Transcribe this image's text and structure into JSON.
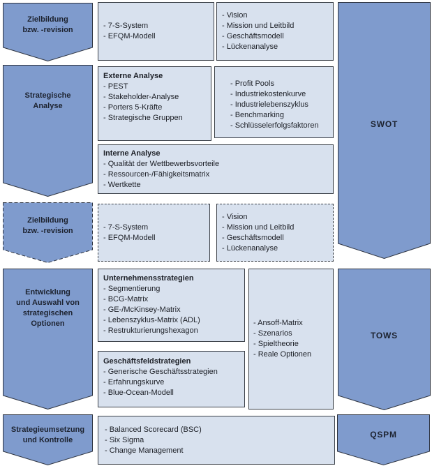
{
  "colors": {
    "chevron_fill": "#7f9bcd",
    "chevron_border": "#2e3440",
    "box_fill": "#d8e1ee",
    "box_border": "#3a3f47",
    "text": "#1c1f26",
    "background": "#ffffff"
  },
  "diagram": {
    "left_stages": [
      {
        "label": "Zielbildung\nbzw. -revision",
        "style": "solid"
      },
      {
        "label": "Strategische\nAnalyse",
        "style": "solid"
      },
      {
        "label": "Zielbildung\nbzw. -revision",
        "style": "dashed"
      },
      {
        "label": "Entwicklung\nund Auswahl von\nstrategischen\nOptionen",
        "style": "solid"
      },
      {
        "label": "Strategieumsetzung\nund Kontrolle",
        "style": "solid"
      }
    ],
    "right_stages": [
      {
        "label": "SWOT"
      },
      {
        "label": "TOWS"
      },
      {
        "label": "QSPM"
      }
    ],
    "boxes": {
      "s1_left": {
        "items": [
          "- 7-S-System",
          "- EFQM-Modell"
        ]
      },
      "s1_right": {
        "items": [
          "- Vision",
          "- Mission und Leitbild",
          "- Geschäftsmodell",
          "- Lückenanalyse"
        ]
      },
      "s2_external": {
        "title": "Externe Analyse",
        "items": [
          "- PEST",
          "- Stakeholder-Analyse",
          "- Porters 5-Kräfte",
          "- Strategische Gruppen"
        ]
      },
      "s2_tools": {
        "items": [
          "- Profit Pools",
          "- Industriekostenkurve",
          "- Industrielebenszyklus",
          "- Benchmarking",
          "- Schlüsselerfolgsfaktoren"
        ]
      },
      "s2_internal": {
        "title": "Interne Analyse",
        "items": [
          "- Qualität der Wettbewerbsvorteile",
          "- Ressourcen-/Fähigkeitsmatrix",
          "- Wertkette"
        ]
      },
      "s3_left": {
        "items": [
          "- 7-S-System",
          "- EFQM-Modell"
        ]
      },
      "s3_right": {
        "items": [
          "- Vision",
          "- Mission und Leitbild",
          "- Geschäftsmodell",
          "- Lückenanalyse"
        ]
      },
      "s4_corporate": {
        "title": "Unternehmensstrategien",
        "items": [
          "- Segmentierung",
          "- BCG-Matrix",
          "- GE-/McKinsey-Matrix",
          "- Lebenszyklus-Matrix (ADL)",
          "- Restrukturierungshexagon"
        ]
      },
      "s4_business": {
        "title": "Geschäftsfeldstrategien",
        "items": [
          "- Generische Geschäftsstrategien",
          "- Erfahrungskurve",
          "- Blue-Ocean-Modell"
        ]
      },
      "s4_tools": {
        "items": [
          "- Ansoff-Matrix",
          "- Szenarios",
          "- Spieltheorie",
          "- Reale Optionen"
        ]
      },
      "s5_box": {
        "items": [
          "- Balanced Scorecard (BSC)",
          "- Six Sigma",
          "- Change Management"
        ]
      }
    }
  }
}
